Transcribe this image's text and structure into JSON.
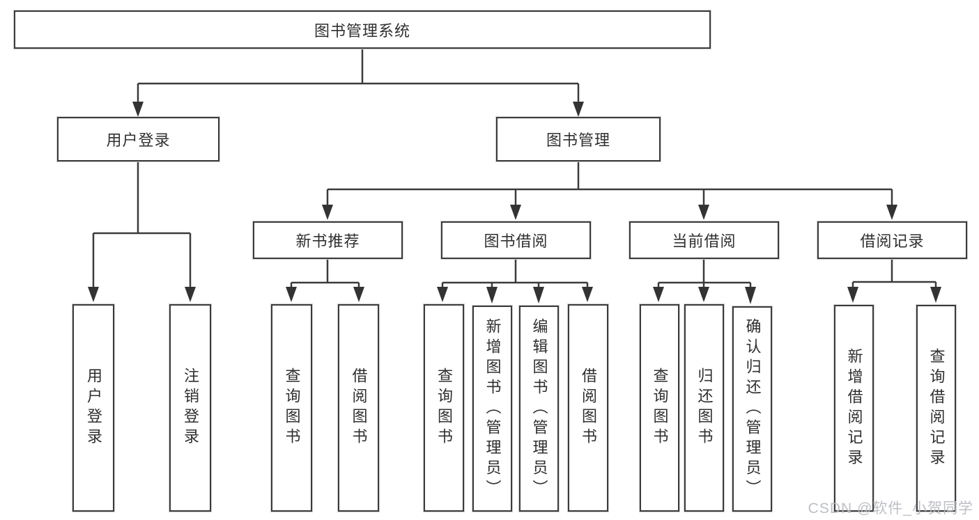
{
  "diagram": {
    "root": {
      "label": "图书管理系统",
      "children": [
        {
          "label": "用户登录",
          "children": [
            {
              "label": "用户登录"
            },
            {
              "label": "注销登录"
            }
          ]
        },
        {
          "label": "图书管理",
          "children": [
            {
              "label": "新书推荐",
              "children": [
                {
                  "label": "查询图书"
                },
                {
                  "label": "借阅图书"
                }
              ]
            },
            {
              "label": "图书借阅",
              "children": [
                {
                  "label": "查询图书"
                },
                {
                  "label": "新增图书（管理员）"
                },
                {
                  "label": "编辑图书（管理员）"
                },
                {
                  "label": "借阅图书"
                }
              ]
            },
            {
              "label": "当前借阅",
              "children": [
                {
                  "label": "查询图书"
                },
                {
                  "label": "归还图书"
                },
                {
                  "label": "确认归还（管理员）"
                }
              ]
            },
            {
              "label": "借阅记录",
              "children": [
                {
                  "label": "新增借阅记录"
                },
                {
                  "label": "查询借阅记录"
                }
              ]
            }
          ]
        }
      ]
    },
    "line_color": "#3b3b3b",
    "arrow_color": "#333333",
    "box_background": "#ffffff"
  },
  "watermark": "CSDN @软件_小贺同学"
}
